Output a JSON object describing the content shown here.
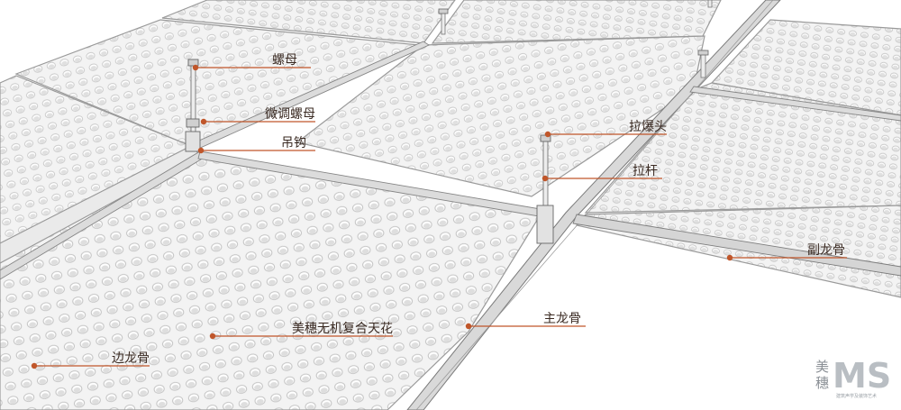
{
  "diagram": {
    "labels": {
      "nut": "螺母",
      "adjust_nut": "微调螺母",
      "hanger": "吊钩",
      "pull_head": "拉爆头",
      "rod": "拉杆",
      "sub_keel": "副龙骨",
      "main_keel": "主龙骨",
      "panel": "美穗无机复合天花",
      "edge_keel": "边龙骨"
    },
    "colors": {
      "leader": "#c0562a",
      "dot": "#c0562a",
      "panel_fill": "#f2f2f2",
      "panel_edge": "#9a9a9a",
      "perforation": "#c9c9c9"
    }
  },
  "brand": {
    "cn_top": "美",
    "cn_bottom": "穗",
    "logo": "MS",
    "tagline": "建筑声学及装饰艺术"
  }
}
